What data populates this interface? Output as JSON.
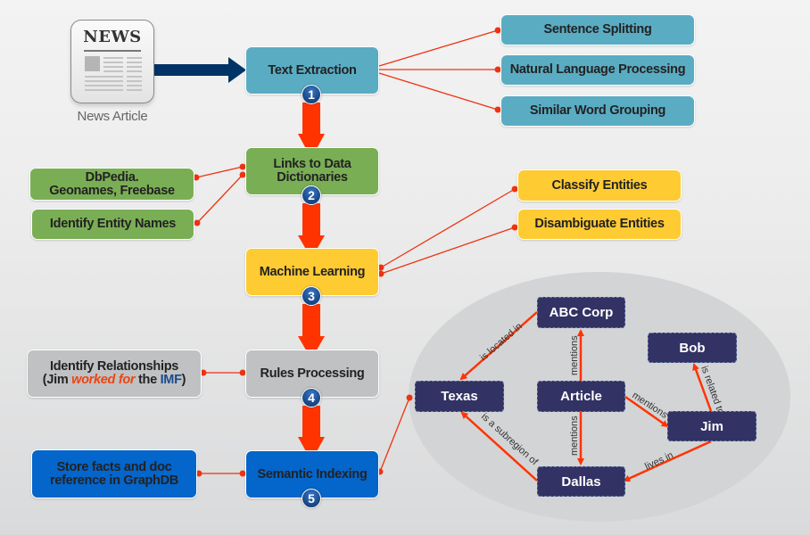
{
  "source": {
    "icon": "newspaper-icon",
    "icon_title": "NEWS",
    "caption": "News Article"
  },
  "pipeline": [
    {
      "step": "1",
      "label": "Text Extraction",
      "color": "#5aacc3"
    },
    {
      "step": "2",
      "label_line1": "Links to Data",
      "label_line2": "Dictionaries",
      "color": "#7aae55"
    },
    {
      "step": "3",
      "label": "Machine Learning",
      "color": "#fecb33"
    },
    {
      "step": "4",
      "label": "Rules Processing",
      "color": "#c0c1c3"
    },
    {
      "step": "5",
      "label": "Semantic Indexing",
      "color": "#0465ca"
    }
  ],
  "text_extraction_details": [
    "Sentence Splitting",
    "Natural Language Processing",
    "Similar Word Grouping"
  ],
  "dictionary_details": [
    {
      "line1": "DbPedia.",
      "line2": "Geonames, Freebase"
    },
    {
      "line1": "Identify Entity Names"
    }
  ],
  "ml_details": [
    "Classify Entities",
    "Disambiguate Entities"
  ],
  "rules_detail": {
    "line1": "Identify Relationships",
    "open": "(Jim ",
    "highlight": "worked for",
    "middle": " the ",
    "entity": "IMF",
    "close": ")"
  },
  "indexing_detail": {
    "line1": "Store facts and doc",
    "line2": "reference in GraphDB"
  },
  "graph": {
    "nodes": [
      "ABC Corp",
      "Texas",
      "Article",
      "Bob",
      "Jim",
      "Dallas"
    ],
    "edges": [
      {
        "from": "ABC Corp",
        "to": "Texas",
        "label": "is located in"
      },
      {
        "from": "Article",
        "to": "ABC Corp",
        "label": "mentions"
      },
      {
        "from": "Article",
        "to": "Dallas",
        "label": "mentions"
      },
      {
        "from": "Article",
        "to": "Jim",
        "label": "mentions"
      },
      {
        "from": "Jim",
        "to": "Bob",
        "label": "is related to"
      },
      {
        "from": "Jim",
        "to": "Dallas",
        "label": "lives in"
      },
      {
        "from": "Dallas",
        "to": "Texas",
        "label": "is a subregion of"
      }
    ]
  },
  "colors": {
    "flow_arrow": "#ff3300",
    "connector": "#ee3311",
    "source_arrow": "#003366",
    "graph_node": "#323264",
    "graph_background": "#d3d4d6"
  }
}
